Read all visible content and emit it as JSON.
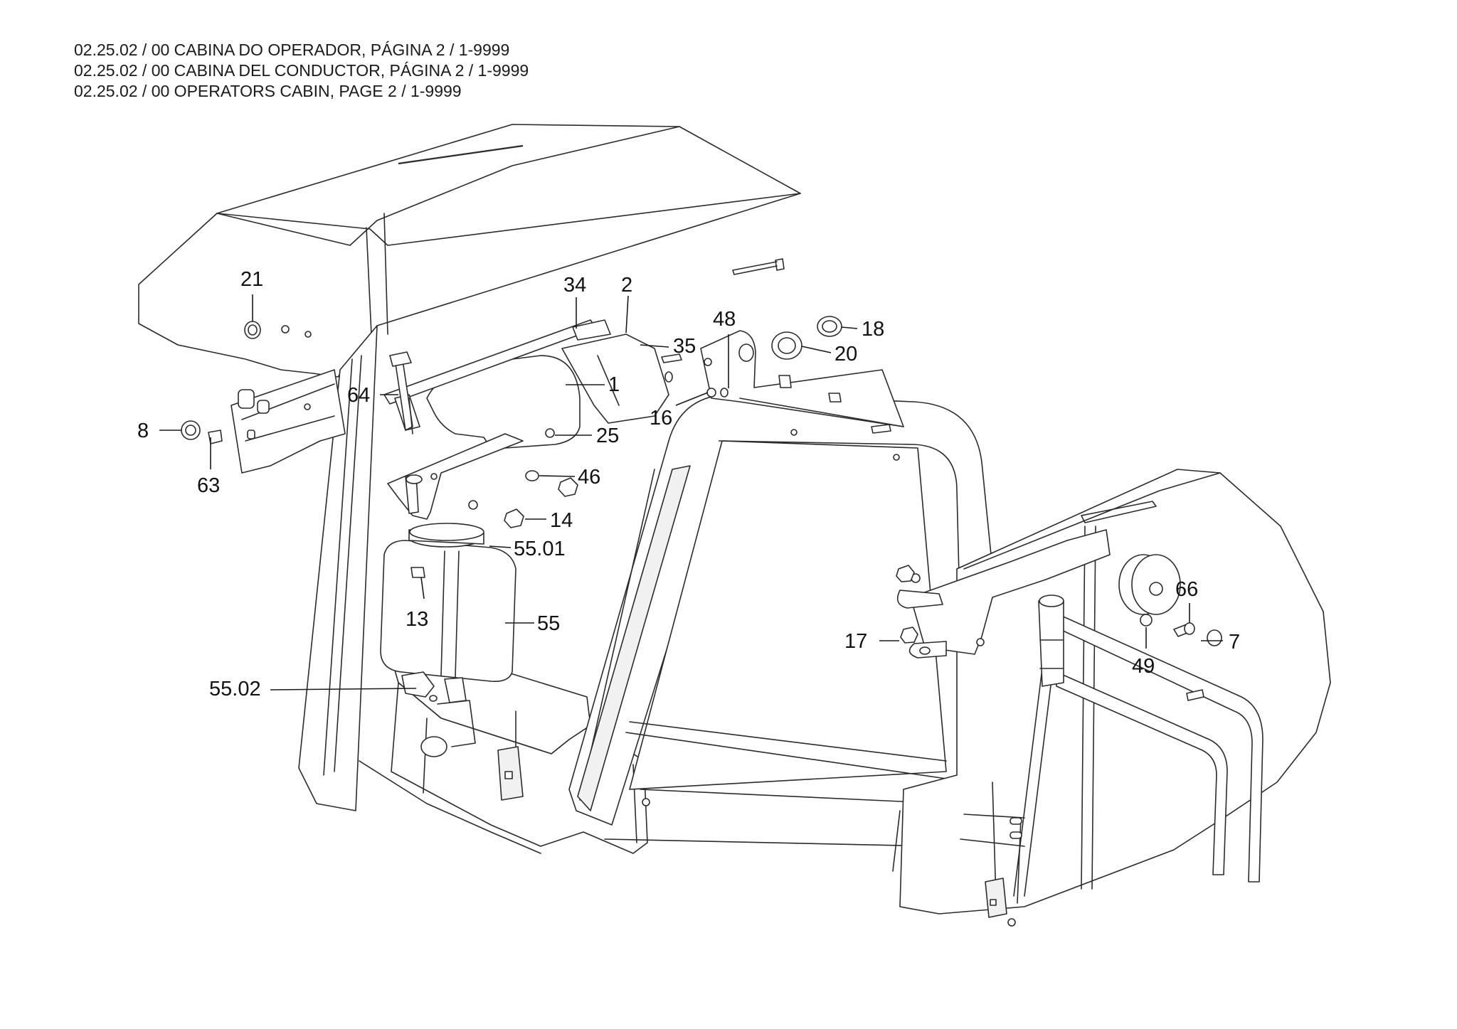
{
  "header": {
    "lines": [
      "02.25.02 / 00 CABINA DO OPERADOR, PÁGINA 2 / 1-9999",
      "02.25.02 / 00 CABINA DEL CONDUCTOR, PÁGINA 2 / 1-9999",
      "02.25.02 / 00 OPERATORS CABIN, PAGE 2 / 1-9999"
    ]
  },
  "callouts": {
    "c1": "1",
    "c2": "2",
    "c7": "7",
    "c8": "8",
    "c13": "13",
    "c14": "14",
    "c16": "16",
    "c17": "17",
    "c18": "18",
    "c20": "20",
    "c21": "21",
    "c25": "25",
    "c34": "34",
    "c35": "35",
    "c46": "46",
    "c48": "48",
    "c49": "49",
    "c55": "55",
    "c5501": "55.01",
    "c5502": "55.02",
    "c63": "63",
    "c64": "64",
    "c66": "66"
  }
}
